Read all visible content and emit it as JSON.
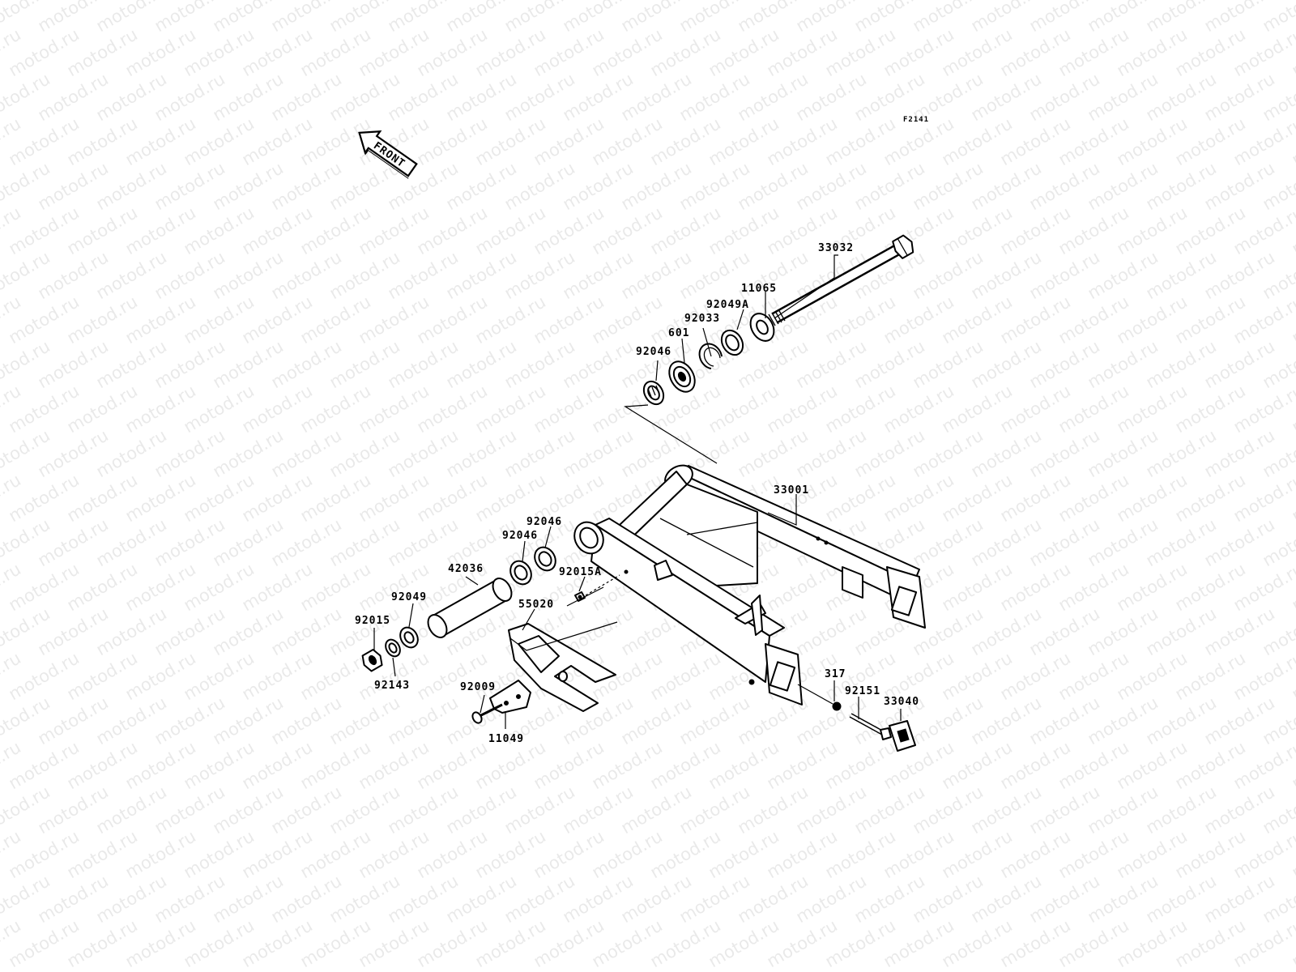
{
  "watermark": "motod.ru",
  "figure_code": "F2141",
  "front_arrow_label": "FRONT",
  "callouts": [
    {
      "id": "c33032",
      "label": "33032"
    },
    {
      "id": "c11065",
      "label": "11065"
    },
    {
      "id": "c92049A",
      "label": "92049A"
    },
    {
      "id": "c92033",
      "label": "92033"
    },
    {
      "id": "c601",
      "label": "601"
    },
    {
      "id": "c92046a",
      "label": "92046"
    },
    {
      "id": "c33001",
      "label": "33001"
    },
    {
      "id": "c92046b",
      "label": "92046"
    },
    {
      "id": "c92046c",
      "label": "92046"
    },
    {
      "id": "c42036",
      "label": "42036"
    },
    {
      "id": "c92015A",
      "label": "92015A"
    },
    {
      "id": "c55020",
      "label": "55020"
    },
    {
      "id": "c92049",
      "label": "92049"
    },
    {
      "id": "c92015",
      "label": "92015"
    },
    {
      "id": "c92143",
      "label": "92143"
    },
    {
      "id": "c92009",
      "label": "92009"
    },
    {
      "id": "c11049",
      "label": "11049"
    },
    {
      "id": "c317",
      "label": "317"
    },
    {
      "id": "c92151",
      "label": "92151"
    },
    {
      "id": "c33040",
      "label": "33040"
    }
  ]
}
